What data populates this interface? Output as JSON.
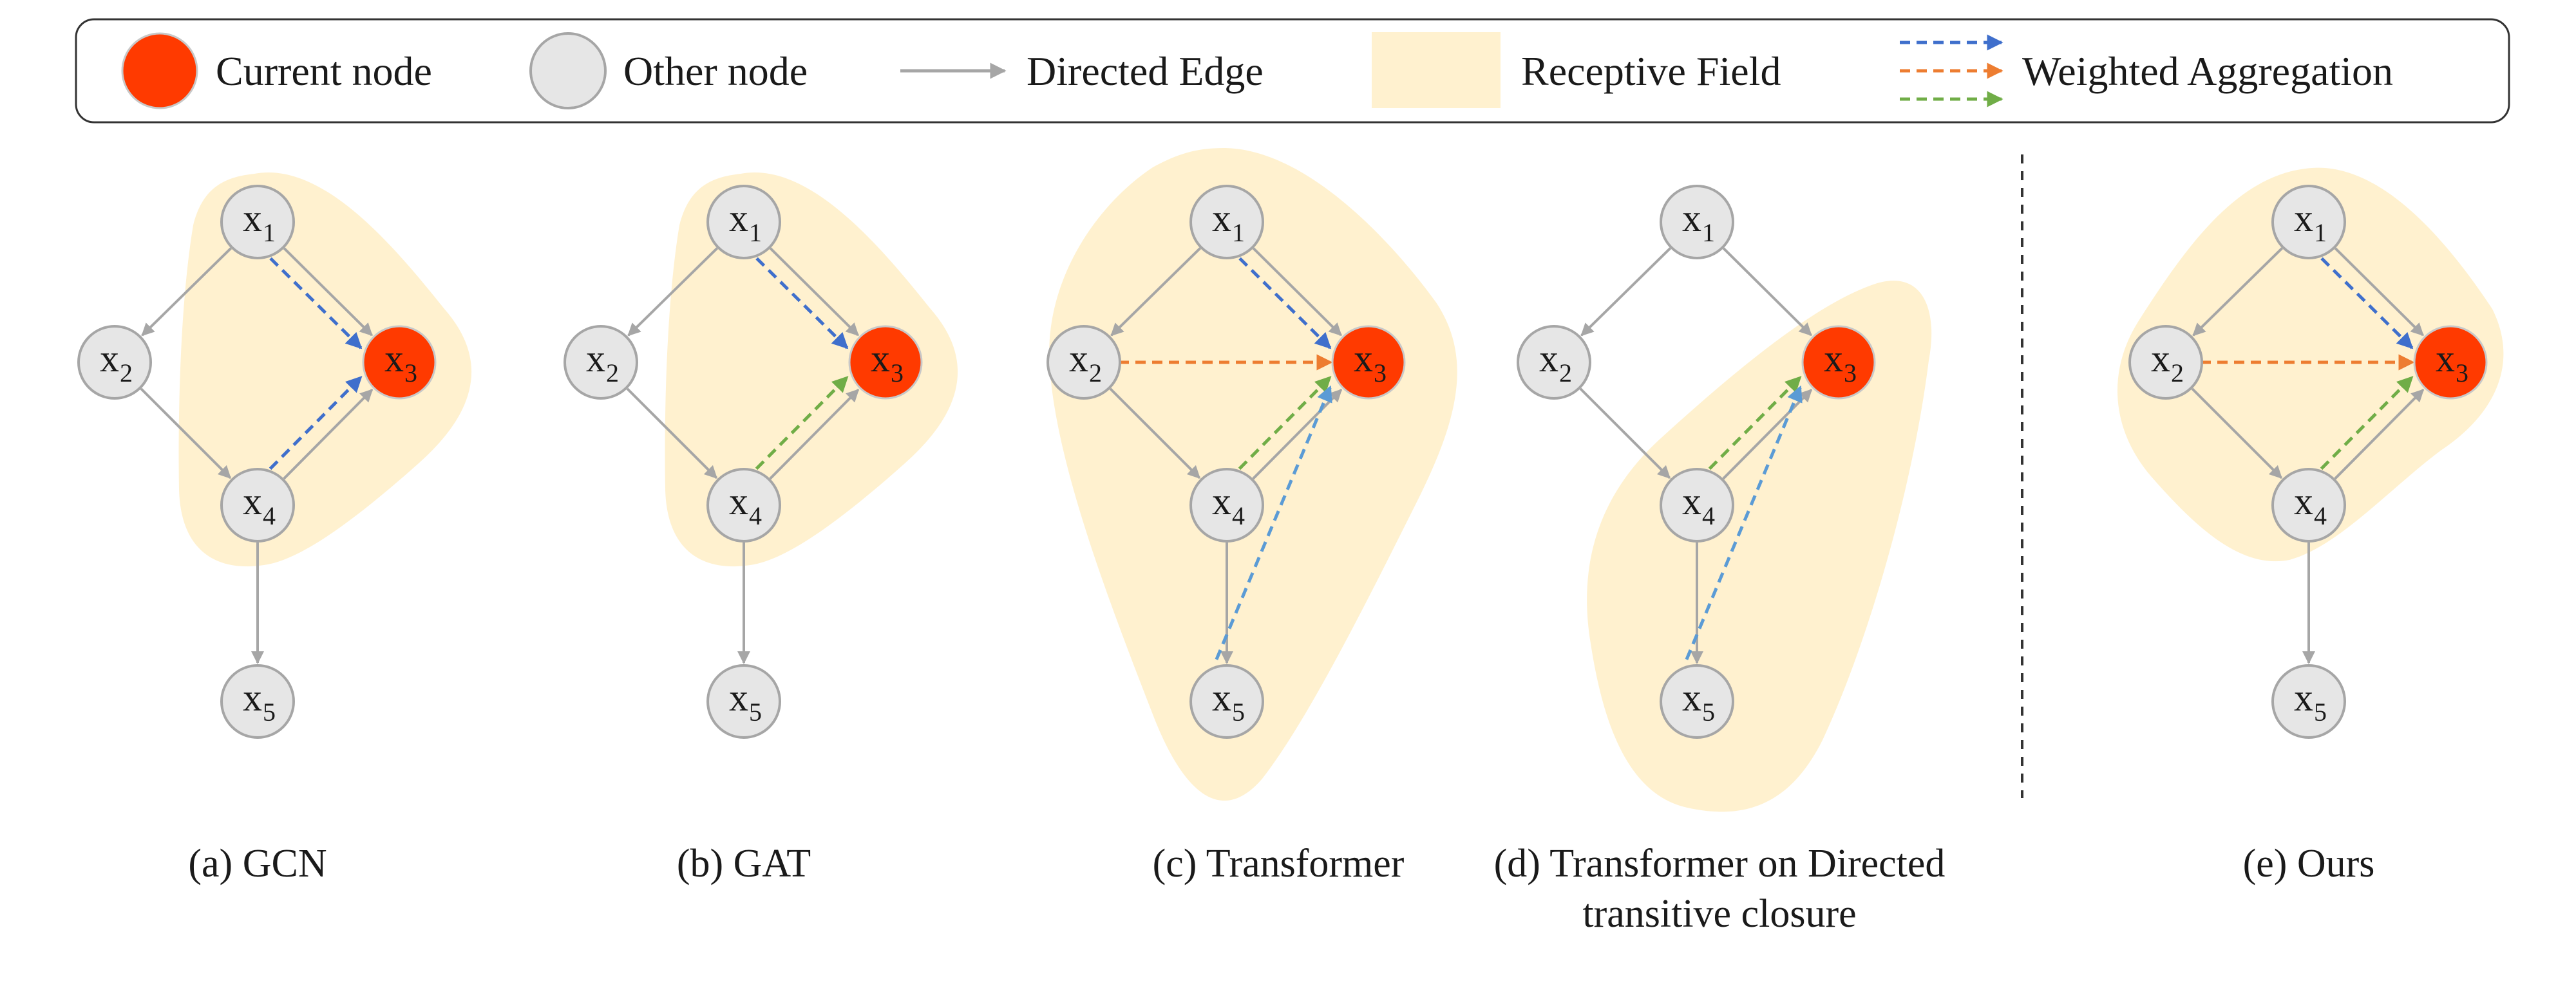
{
  "legend": {
    "current_node": "Current node",
    "other_node": "Other node",
    "directed_edge": "Directed Edge",
    "receptive_field": "Receptive Field",
    "weighted_aggregation": "Weighted Aggregation"
  },
  "colors": {
    "current_node": "#ff3a00",
    "other_node": "#e6e6e6",
    "node_stroke": "#a6a6a6",
    "edge": "#a6a6a6",
    "receptive_field": "#fff1cf",
    "agg_blue": "#3f6fcc",
    "agg_orange": "#ed7d31",
    "agg_green": "#70ad47",
    "agg_lightblue": "#5b9bd5"
  },
  "node_labels": [
    {
      "main": "x",
      "sub": "1"
    },
    {
      "main": "x",
      "sub": "2"
    },
    {
      "main": "x",
      "sub": "3"
    },
    {
      "main": "x",
      "sub": "4"
    },
    {
      "main": "x",
      "sub": "5"
    }
  ],
  "panels": [
    {
      "caption": [
        "(a) GCN"
      ],
      "current": 3,
      "edges": [
        [
          1,
          2
        ],
        [
          1,
          3
        ],
        [
          2,
          4
        ],
        [
          4,
          3
        ],
        [
          4,
          5
        ]
      ],
      "aggregation": [
        [
          1,
          "blue"
        ],
        [
          4,
          "blue"
        ]
      ]
    },
    {
      "caption": [
        "(b) GAT"
      ],
      "current": 3,
      "edges": [
        [
          1,
          2
        ],
        [
          1,
          3
        ],
        [
          2,
          4
        ],
        [
          4,
          3
        ],
        [
          4,
          5
        ]
      ],
      "aggregation": [
        [
          1,
          "blue"
        ],
        [
          4,
          "green"
        ]
      ]
    },
    {
      "caption": [
        "(c) Transformer"
      ],
      "current": 3,
      "edges": [
        [
          1,
          2
        ],
        [
          1,
          3
        ],
        [
          2,
          4
        ],
        [
          4,
          3
        ],
        [
          4,
          5
        ]
      ],
      "aggregation": [
        [
          1,
          "blue"
        ],
        [
          2,
          "orange"
        ],
        [
          4,
          "green"
        ],
        [
          5,
          "lightblue"
        ]
      ]
    },
    {
      "caption": [
        "(d) Transformer on Directed",
        "transitive closure"
      ],
      "current": 3,
      "edges": [
        [
          1,
          2
        ],
        [
          1,
          3
        ],
        [
          2,
          4
        ],
        [
          4,
          3
        ],
        [
          4,
          5
        ]
      ],
      "aggregation": [
        [
          4,
          "green"
        ],
        [
          5,
          "lightblue"
        ]
      ]
    },
    {
      "caption": [
        "(e) Ours"
      ],
      "current": 3,
      "edges": [
        [
          1,
          2
        ],
        [
          1,
          3
        ],
        [
          2,
          4
        ],
        [
          4,
          3
        ],
        [
          4,
          5
        ]
      ],
      "aggregation": [
        [
          1,
          "blue"
        ],
        [
          2,
          "orange"
        ],
        [
          4,
          "green"
        ]
      ]
    }
  ]
}
